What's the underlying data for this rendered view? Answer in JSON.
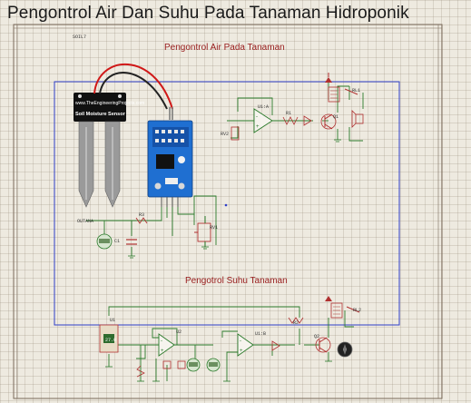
{
  "title": "Pengontrol Air Dan Suhu Pada Tanaman Hidroponik",
  "sections": {
    "water": "Pengontrol Air Pada Tanaman",
    "temperature": "Pengotrol Suhu Tanaman"
  },
  "sensor": {
    "url": "www.TheEngineeringProjects.com",
    "name": "Soil Moisture Sensor"
  },
  "labels": {
    "soil": "SOIL7",
    "rl1": "RL1",
    "rl2": "RL2",
    "q1": "Q1",
    "q2": "Q2",
    "u1": "U1",
    "u2": "U2",
    "u1a": "U1:A",
    "u1b": "U1:B",
    "r1": "R1",
    "r2": "R2",
    "r3": "R3",
    "rv1": "RV1",
    "rv2": "RV2",
    "c1": "C1",
    "out": "OUTANA"
  },
  "colors": {
    "frame": "#2f3fc8",
    "wire": "#2a7a2a",
    "module": "#1f6fd1",
    "title": "#9a2020"
  }
}
